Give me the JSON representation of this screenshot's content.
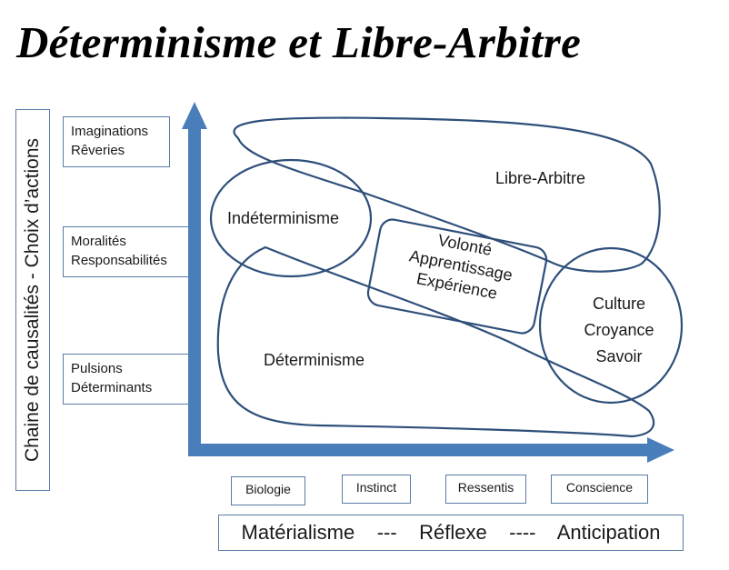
{
  "title": "Déterminisme et Libre-Arbitre",
  "y_axis_label": "Chaine de causalités - Choix d’actions",
  "y_levels": [
    {
      "line1": "Imaginations",
      "line2": "Rêveries"
    },
    {
      "line1": "Moralités",
      "line2": "Responsabilités"
    },
    {
      "line1": "Pulsions",
      "line2": "Déterminants"
    }
  ],
  "x_levels": [
    "Biologie",
    "Instinct",
    "Ressentis",
    "Conscience"
  ],
  "bottom_bar": "Matérialisme    ---    Réflexe    ----    Anticipation",
  "regions": {
    "libre_arbitre": "Libre-Arbitre",
    "indeterminisme": "Indéterminisme",
    "determinisme": "Déterminisme",
    "center": [
      "Volonté",
      "Apprentissage",
      "Expérience"
    ],
    "right": [
      "Culture",
      "Croyance",
      "Savoir"
    ]
  },
  "colors": {
    "axis": "#4a7ebb",
    "shape_stroke": "#2e4f7a",
    "box_border": "#5b7ba6"
  }
}
